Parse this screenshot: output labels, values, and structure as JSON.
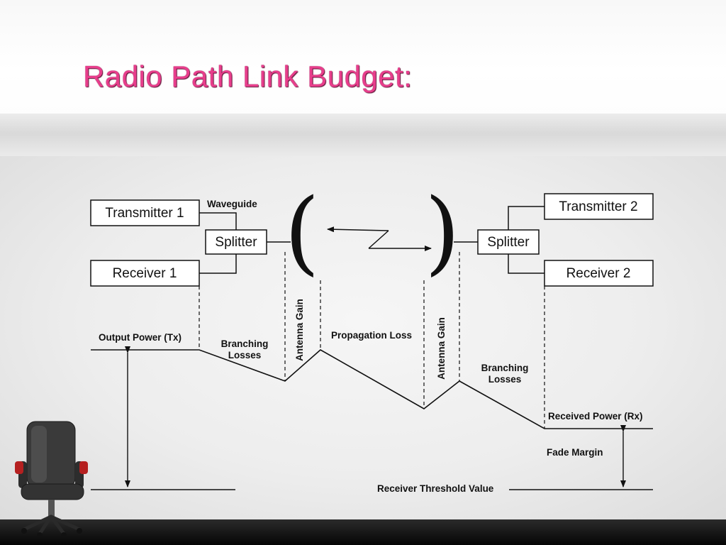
{
  "slide": {
    "title": "Radio Path Link Budget:"
  },
  "diagram": {
    "boxes": {
      "transmitter_1": "Transmitter 1",
      "receiver_1": "Receiver 1",
      "splitter_left": "Splitter",
      "transmitter_2": "Transmitter 2",
      "receiver_2": "Receiver 2",
      "splitter_right": "Splitter"
    },
    "antenna_left_glyph": "(",
    "antenna_right_glyph": ")",
    "labels": {
      "waveguide": "Waveguide",
      "output_power": "Output Power (Tx)",
      "branching_losses_left_1": "Branching",
      "branching_losses_left_2": "Losses",
      "antenna_gain_left": "Antenna Gain",
      "propagation_loss": "Propagation Loss",
      "antenna_gain_right": "Antenna Gain",
      "branching_losses_right_1": "Branching",
      "branching_losses_right_2": "Losses",
      "received_power": "Received Power (Rx)",
      "fade_margin": "Fade Margin",
      "receiver_threshold": "Receiver Threshold Value"
    }
  },
  "colors": {
    "title": "#e83e8c",
    "lines": "#111111"
  },
  "icons": {
    "office_chair": "office-chair-illustration"
  }
}
